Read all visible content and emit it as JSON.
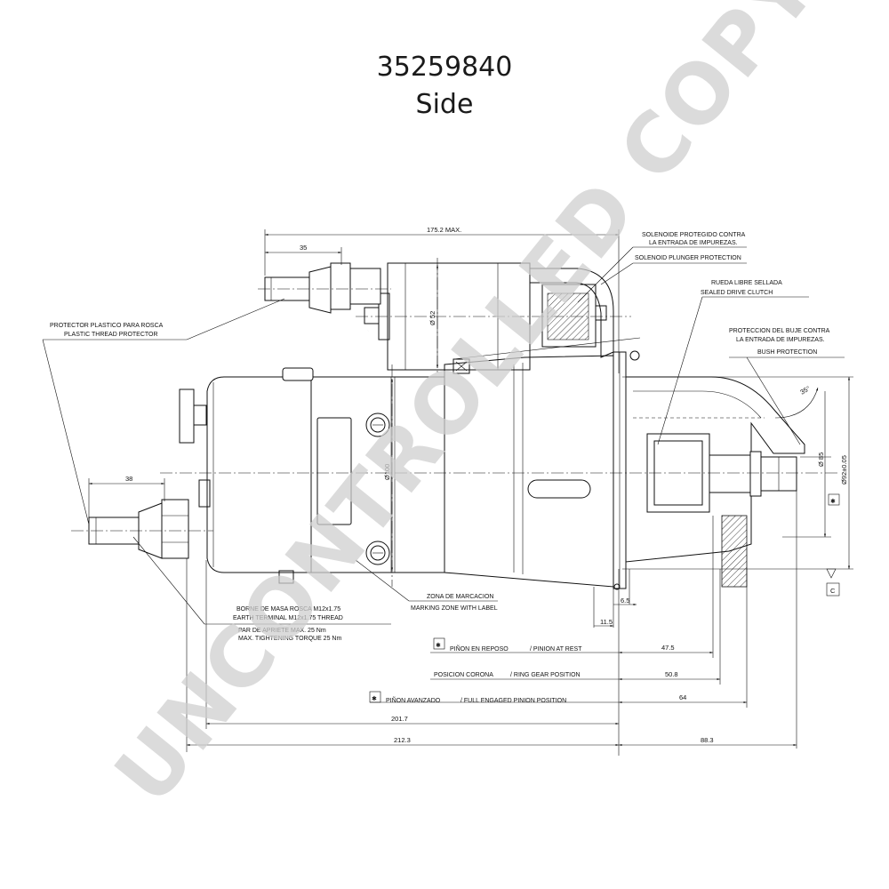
{
  "header": {
    "part_number": "35259840",
    "view": "Side"
  },
  "watermark": "UNCONTROLLED COPY",
  "callouts": {
    "solenoid_protected_es_1": "SOLENOIDE PROTEGIDO CONTRA",
    "solenoid_protected_es_2": "LA ENTRADA DE IMPUREZAS.",
    "solenoid_protected_en": "SOLENOID PLUNGER PROTECTION",
    "clutch_es": "RUEDA LIBRE SELLADA",
    "clutch_en": "SEALED DRIVE CLUTCH",
    "bush_es_1": "PROTECCION DEL BUJE CONTRA",
    "bush_es_2": "LA ENTRADA DE IMPUREZAS.",
    "bush_en": "BUSH PROTECTION",
    "thread_protector_es": "PROTECTOR PLASTICO PARA ROSCA",
    "thread_protector_en": "PLASTIC THREAD PROTECTOR",
    "marking_es": "ZONA DE MARCACION",
    "marking_en": "MARKING ZONE WITH LABEL",
    "earth_es": "BORNE DE MASA ROSCA M12x1.75",
    "earth_en": "EARTH TERMINAL M12x1.75 THREAD",
    "torque_es": "PAR DE APRIETE MAX. 25 Nm",
    "torque_en": "MAX. TIGHTENING TORQUE 25 Nm",
    "pinion_rest_es": "PIÑON EN REPOSO",
    "pinion_rest_en": "/ PINION AT REST",
    "ring_gear_es": "POSICION CORONA",
    "ring_gear_en": "/ RING GEAR POSITION",
    "pinion_engaged_es": "PIÑON AVANZADO",
    "pinion_engaged_en": "/ FULL ENGAGED PINION POSITION",
    "star_symbol": "✱",
    "datum_letter": "C"
  },
  "dimensions": {
    "overall_max": "175.2 MAX.",
    "terminal_35": "35",
    "terminal_38": "38",
    "dia_52": "Ø 52",
    "dia_100": "Ø100",
    "dia_85": "Ø 85",
    "dia_92": "Ø92±0.05",
    "angle_35": "35°",
    "d_6_5": "6.5",
    "d_11_5": "11.5",
    "d_47_5": "47.5",
    "d_50_8": "50.8",
    "d_64": "64",
    "d_201_7": "201.7",
    "d_212_3": "212.3",
    "d_88_3": "88.3"
  }
}
